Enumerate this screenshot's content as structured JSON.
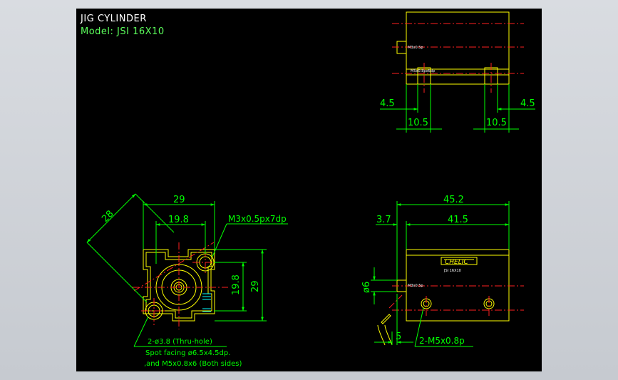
{
  "title": "JIG CYLINDER",
  "model": "Model: JSI 16X10",
  "colors": {
    "background": "#000000",
    "outline": "#ffff00",
    "dimension": "#00ff00",
    "centerline": "#ff2020",
    "hidden": "#00ffff",
    "text": "#ffffff"
  },
  "top_view": {
    "left_offset": "4.5",
    "right_offset": "4.5",
    "left_width": "10.5",
    "right_width": "10.5",
    "port_label_1": "M3x0.5p",
    "port_label_2": "M5x0.8px6dp"
  },
  "front_view": {
    "width": "29",
    "bore_offset": "19.8",
    "height": "29",
    "vertical_offset": "19.8",
    "diagonal": "28",
    "thread_note": "M3x0.5px7dp",
    "hole_note": "2-ø3.8 (Thru-hole)",
    "spot_note": "Spot facing ø6.5x4.5dp.",
    "thread_note_2": ",and M5x0.8x6 (Both sides)"
  },
  "side_view": {
    "total_length": "45.2",
    "body_length": "41.5",
    "rod_offset": "3.7",
    "rod_diameter": "ø6",
    "rod_extension": "5",
    "mount_note": "2-M5x0.8p",
    "brand": "CHELIC",
    "port_label": "M3x0.5p",
    "model_label": "JSI 16X10"
  }
}
